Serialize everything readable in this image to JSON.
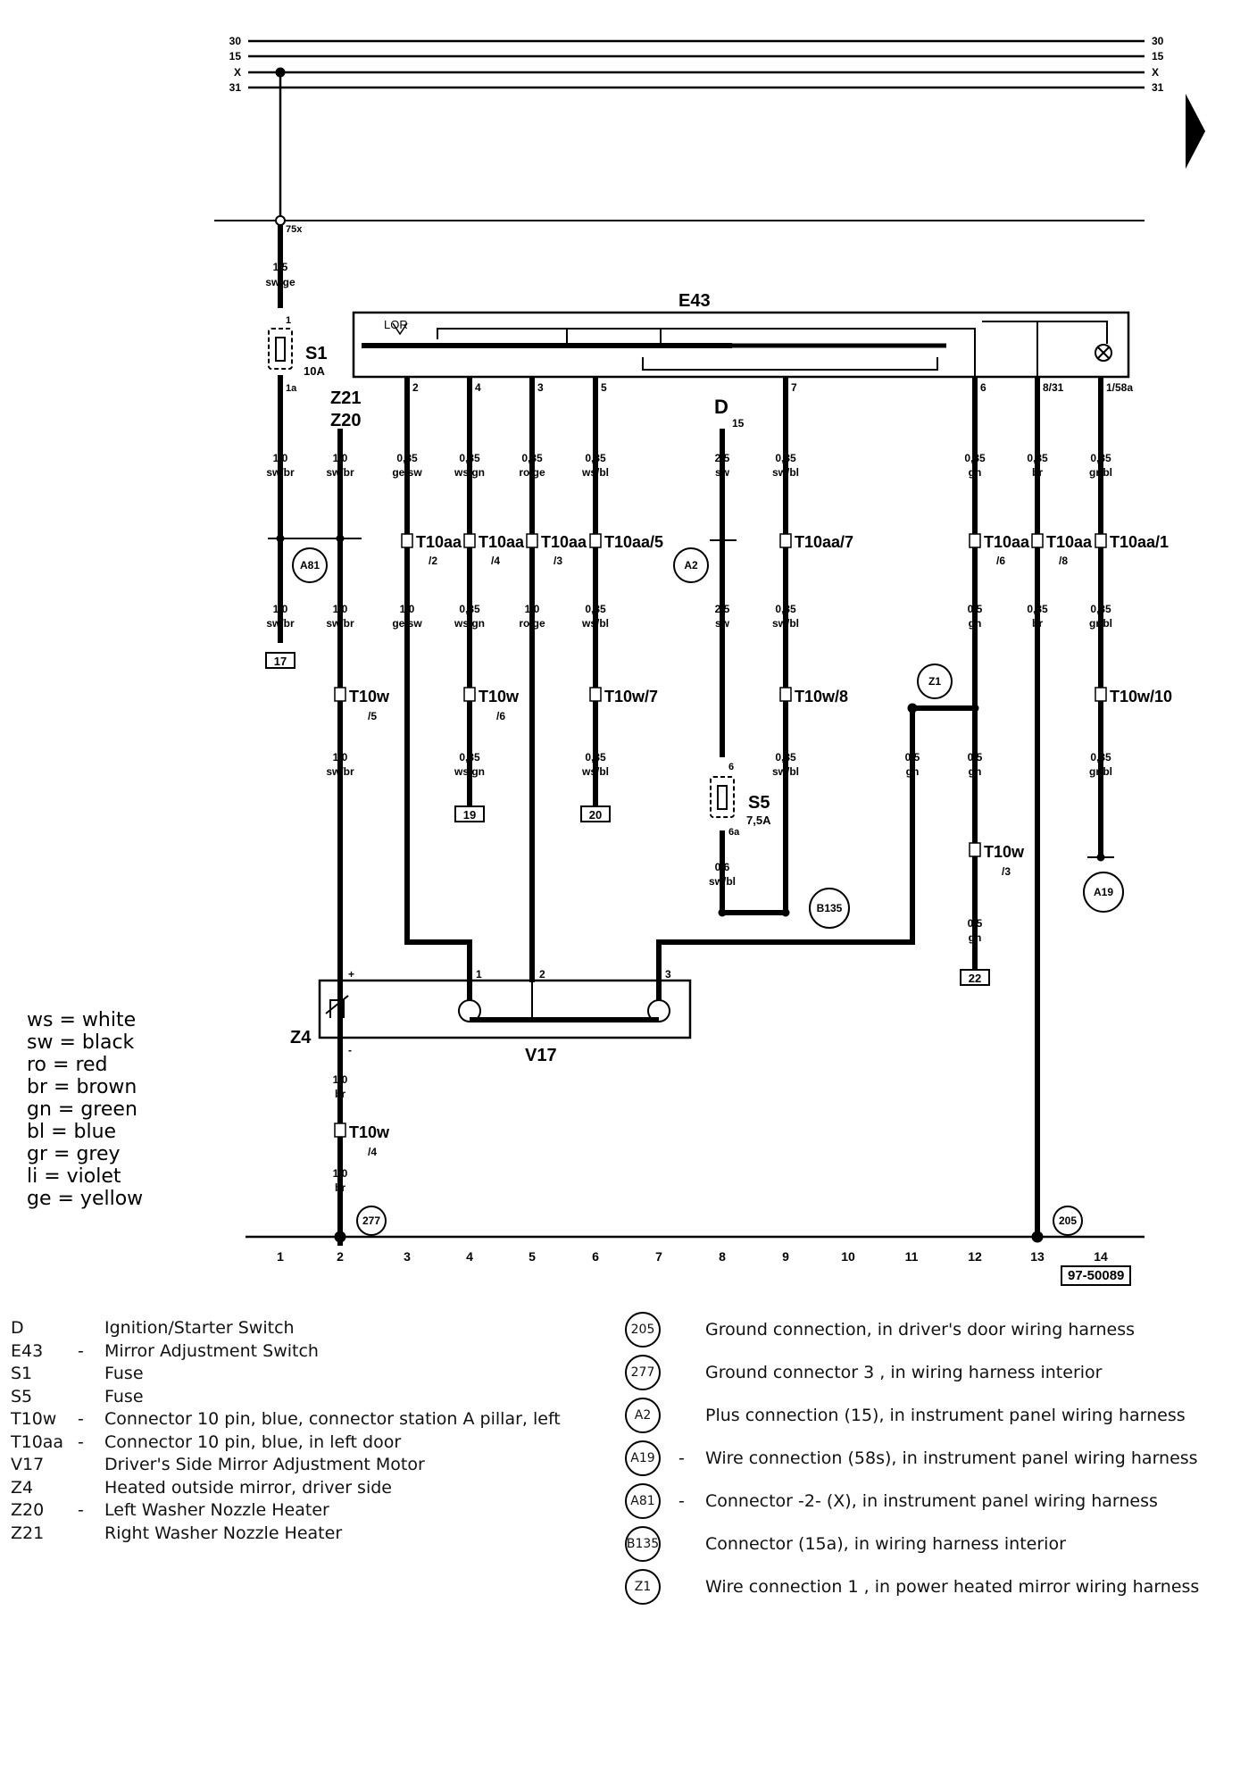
{
  "rails": {
    "left_labels": [
      "30",
      "15",
      "X",
      "31"
    ],
    "right_labels": [
      "30",
      "15",
      "X",
      "31"
    ]
  },
  "components": {
    "e43": "E43",
    "s1": "S1",
    "s1_rating": "10A",
    "s5": "S5",
    "s5_rating": "7,5A",
    "d": "D",
    "d_pin": "15",
    "z21": "Z21",
    "z20": "Z20",
    "z4": "Z4",
    "v17": "V17",
    "lor": "LOR",
    "pin_75x": "75x",
    "pin_1a": "1a",
    "pin_1": "1",
    "pin_6": "6",
    "pin_6a": "6a"
  },
  "wires_top": [
    {
      "size": "1,5",
      "color": "sw/ge"
    }
  ],
  "e43_pins": [
    "2",
    "4",
    "3",
    "5",
    "7",
    "6",
    "8/31",
    "1/58a"
  ],
  "upper_wires": [
    {
      "size": "1,0",
      "color": "sw/br"
    },
    {
      "size": "1,0",
      "color": "sw/br"
    },
    {
      "size": "0,35",
      "color": "ge/sw"
    },
    {
      "size": "0,35",
      "color": "ws/gn"
    },
    {
      "size": "0,35",
      "color": "ro/ge"
    },
    {
      "size": "0,35",
      "color": "ws/bl"
    },
    {
      "size": "2,5",
      "color": "sw"
    },
    {
      "size": "0,35",
      "color": "sw/bl"
    },
    {
      "size": "0,35",
      "color": "gn"
    },
    {
      "size": "0,35",
      "color": "br"
    },
    {
      "size": "0,35",
      "color": "gr/bl"
    }
  ],
  "t10aa": [
    {
      "label": "T10aa",
      "pin": "/2"
    },
    {
      "label": "T10aa",
      "pin": "/4"
    },
    {
      "label": "T10aa",
      "pin": "/3"
    },
    {
      "label": "T10aa/5",
      "pin": ""
    },
    {
      "label": "T10aa/7",
      "pin": ""
    },
    {
      "label": "T10aa",
      "pin": "/6"
    },
    {
      "label": "T10aa",
      "pin": "/8"
    },
    {
      "label": "T10aa/1",
      "pin": ""
    }
  ],
  "mid_wires": [
    {
      "size": "1,0",
      "color": "sw/br"
    },
    {
      "size": "1,0",
      "color": "sw/br"
    },
    {
      "size": "1,0",
      "color": "ge/sw"
    },
    {
      "size": "0,35",
      "color": "ws/gn"
    },
    {
      "size": "1,0",
      "color": "ro/ge"
    },
    {
      "size": "0,35",
      "color": "ws/bl"
    },
    {
      "size": "2,5",
      "color": "sw"
    },
    {
      "size": "0,35",
      "color": "sw/bl"
    },
    {
      "size": "0,5",
      "color": "gn"
    },
    {
      "size": "0,35",
      "color": "br"
    },
    {
      "size": "0,35",
      "color": "gr/bl"
    }
  ],
  "t10w": [
    {
      "label": "T10w",
      "pin": "/5"
    },
    {
      "label": "T10w",
      "pin": "/6"
    },
    {
      "label": "T10w/7",
      "pin": ""
    },
    {
      "label": "T10w/8",
      "pin": ""
    },
    {
      "label": "T10w/10",
      "pin": ""
    },
    {
      "label": "T10w",
      "pin": "/3"
    },
    {
      "label": "T10w",
      "pin": "/4"
    }
  ],
  "lower_wires": [
    {
      "size": "1,0",
      "color": "sw/br"
    },
    {
      "size": "0,35",
      "color": "ws/gn"
    },
    {
      "size": "0,35",
      "color": "ws/bl"
    },
    {
      "size": "0,35",
      "color": "sw/bl"
    },
    {
      "size": "0,5",
      "color": "gn"
    },
    {
      "size": "0,5",
      "color": "gn"
    },
    {
      "size": "0,35",
      "color": "gr/bl"
    },
    {
      "size": "0,6",
      "color": "sw/bl"
    },
    {
      "size": "0,5",
      "color": "gn"
    },
    {
      "size": "1,0",
      "color": "br"
    },
    {
      "size": "1,0",
      "color": "br"
    }
  ],
  "refs": [
    "17",
    "19",
    "20",
    "22"
  ],
  "circles": [
    "A81",
    "A2",
    "Z1",
    "B135",
    "A19",
    "277",
    "205"
  ],
  "motor_pins": [
    "+",
    "1",
    "2",
    "3",
    "-"
  ],
  "bottom_numbers": [
    "1",
    "2",
    "3",
    "4",
    "5",
    "6",
    "7",
    "8",
    "9",
    "10",
    "11",
    "12",
    "13",
    "14"
  ],
  "doc_ref": "97-50089",
  "color_legend": [
    {
      "code": "ws",
      "name": "white"
    },
    {
      "code": "sw",
      "name": "black"
    },
    {
      "code": "ro",
      "name": "red"
    },
    {
      "code": "br",
      "name": "brown"
    },
    {
      "code": "gn",
      "name": "green"
    },
    {
      "code": "bl",
      "name": "blue"
    },
    {
      "code": "gr",
      "name": "grey"
    },
    {
      "code": "li",
      "name": "violet"
    },
    {
      "code": "ge",
      "name": "yellow"
    }
  ],
  "parts_list": [
    {
      "code": "D",
      "dash": "",
      "desc": "Ignition/Starter Switch"
    },
    {
      "code": "E43",
      "dash": "-",
      "desc": "Mirror Adjustment Switch"
    },
    {
      "code": "S1",
      "dash": "",
      "desc": "Fuse"
    },
    {
      "code": "S5",
      "dash": "",
      "desc": "Fuse"
    },
    {
      "code": "T10w",
      "dash": "-",
      "desc": "Connector 10 pin, blue, connector station A pillar, left"
    },
    {
      "code": "T10aa",
      "dash": "-",
      "desc": "Connector 10 pin, blue, in left door"
    },
    {
      "code": "V17",
      "dash": "",
      "desc": "Driver's Side Mirror Adjustment Motor"
    },
    {
      "code": "Z4",
      "dash": "",
      "desc": "Heated outside mirror, driver side"
    },
    {
      "code": "Z20",
      "dash": "-",
      "desc": "Left Washer Nozzle Heater"
    },
    {
      "code": "Z21",
      "dash": "",
      "desc": "Right Washer Nozzle Heater"
    }
  ],
  "connections": [
    {
      "sym": "205",
      "dash": "",
      "desc": "Ground connection, in driver's door wiring harness"
    },
    {
      "sym": "277",
      "dash": "",
      "desc": "Ground connector  3 , in wiring harness interior"
    },
    {
      "sym": "A2",
      "dash": "",
      "desc": "Plus connection (15), in instrument panel wiring harness"
    },
    {
      "sym": "A19",
      "dash": "-",
      "desc": "Wire connection (58s), in instrument panel wiring harness"
    },
    {
      "sym": "A81",
      "dash": "-",
      "desc": "Connector -2- (X), in instrument panel wiring harness"
    },
    {
      "sym": "B135",
      "dash": "",
      "desc": "Connector (15a), in wiring harness interior"
    },
    {
      "sym": "Z1",
      "dash": "",
      "desc": "Wire connection  1 , in power heated mirror wiring harness"
    }
  ]
}
